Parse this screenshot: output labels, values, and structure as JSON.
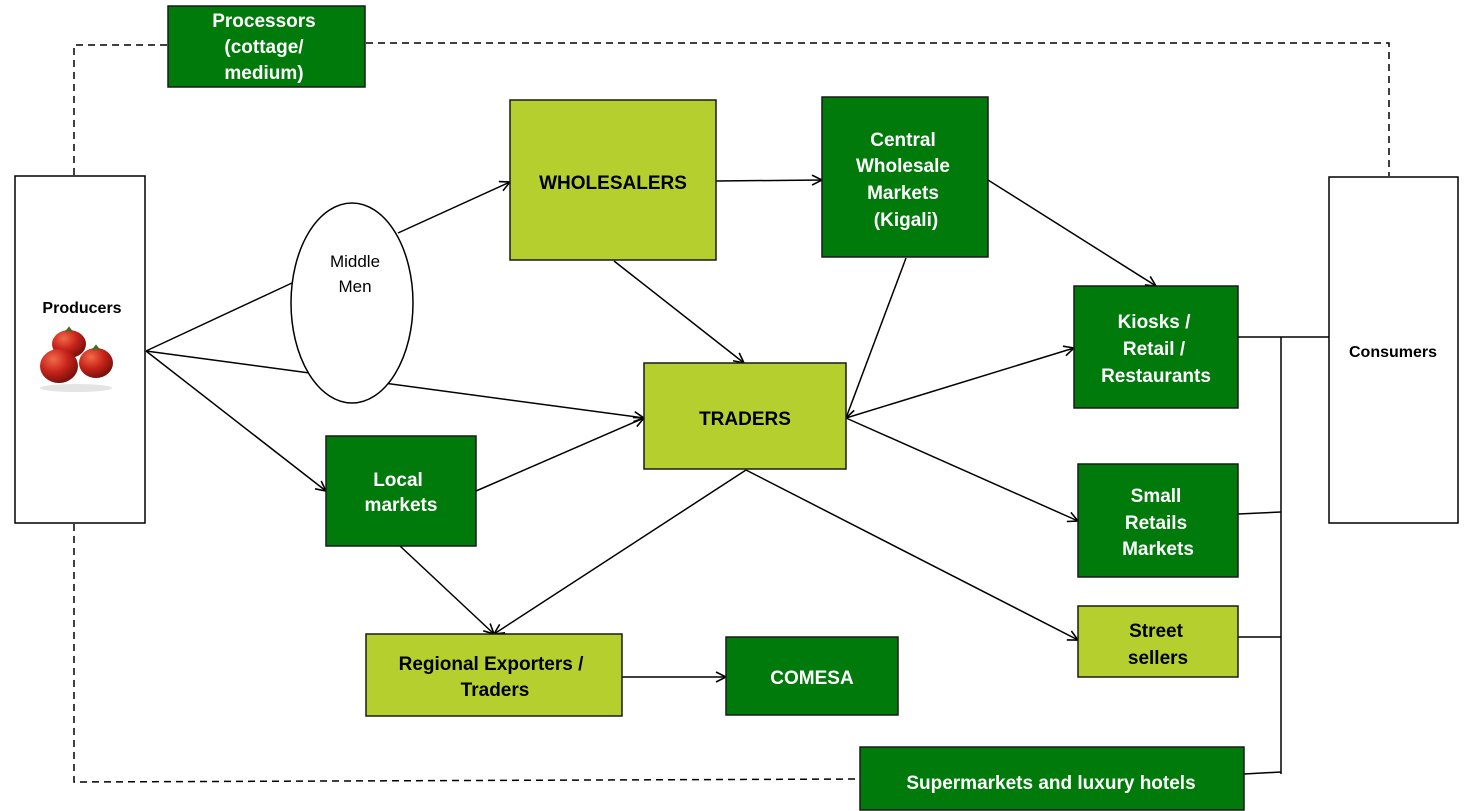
{
  "colors": {
    "dark_green": "#007a0a",
    "light_green": "#b5cf2f",
    "line": "#000000",
    "tomato": "#c7241a"
  },
  "nodes": {
    "processors": [
      "Processors",
      "(cottage/",
      "medium)"
    ],
    "producers": [
      "Producers"
    ],
    "middlemen": [
      "Middle",
      "Men"
    ],
    "wholesalers": [
      "WHOLESALERS"
    ],
    "central": [
      "Central",
      "Wholesale",
      "Markets",
      "(Kigali)"
    ],
    "kiosks": [
      "Kiosks /",
      "Retail /",
      "Restaurants"
    ],
    "consumers": [
      "Consumers"
    ],
    "traders": [
      "TRADERS"
    ],
    "local": [
      "Local",
      "markets"
    ],
    "small": [
      "Small",
      "Retails",
      "Markets"
    ],
    "street": [
      "Street",
      "sellers"
    ],
    "regional": [
      "Regional Exporters /",
      "Traders"
    ],
    "comesa": [
      "COMESA"
    ],
    "supermarkets": [
      "Supermarkets and luxury hotels"
    ]
  },
  "icons": {
    "producers_image": "tomatoes-icon"
  }
}
